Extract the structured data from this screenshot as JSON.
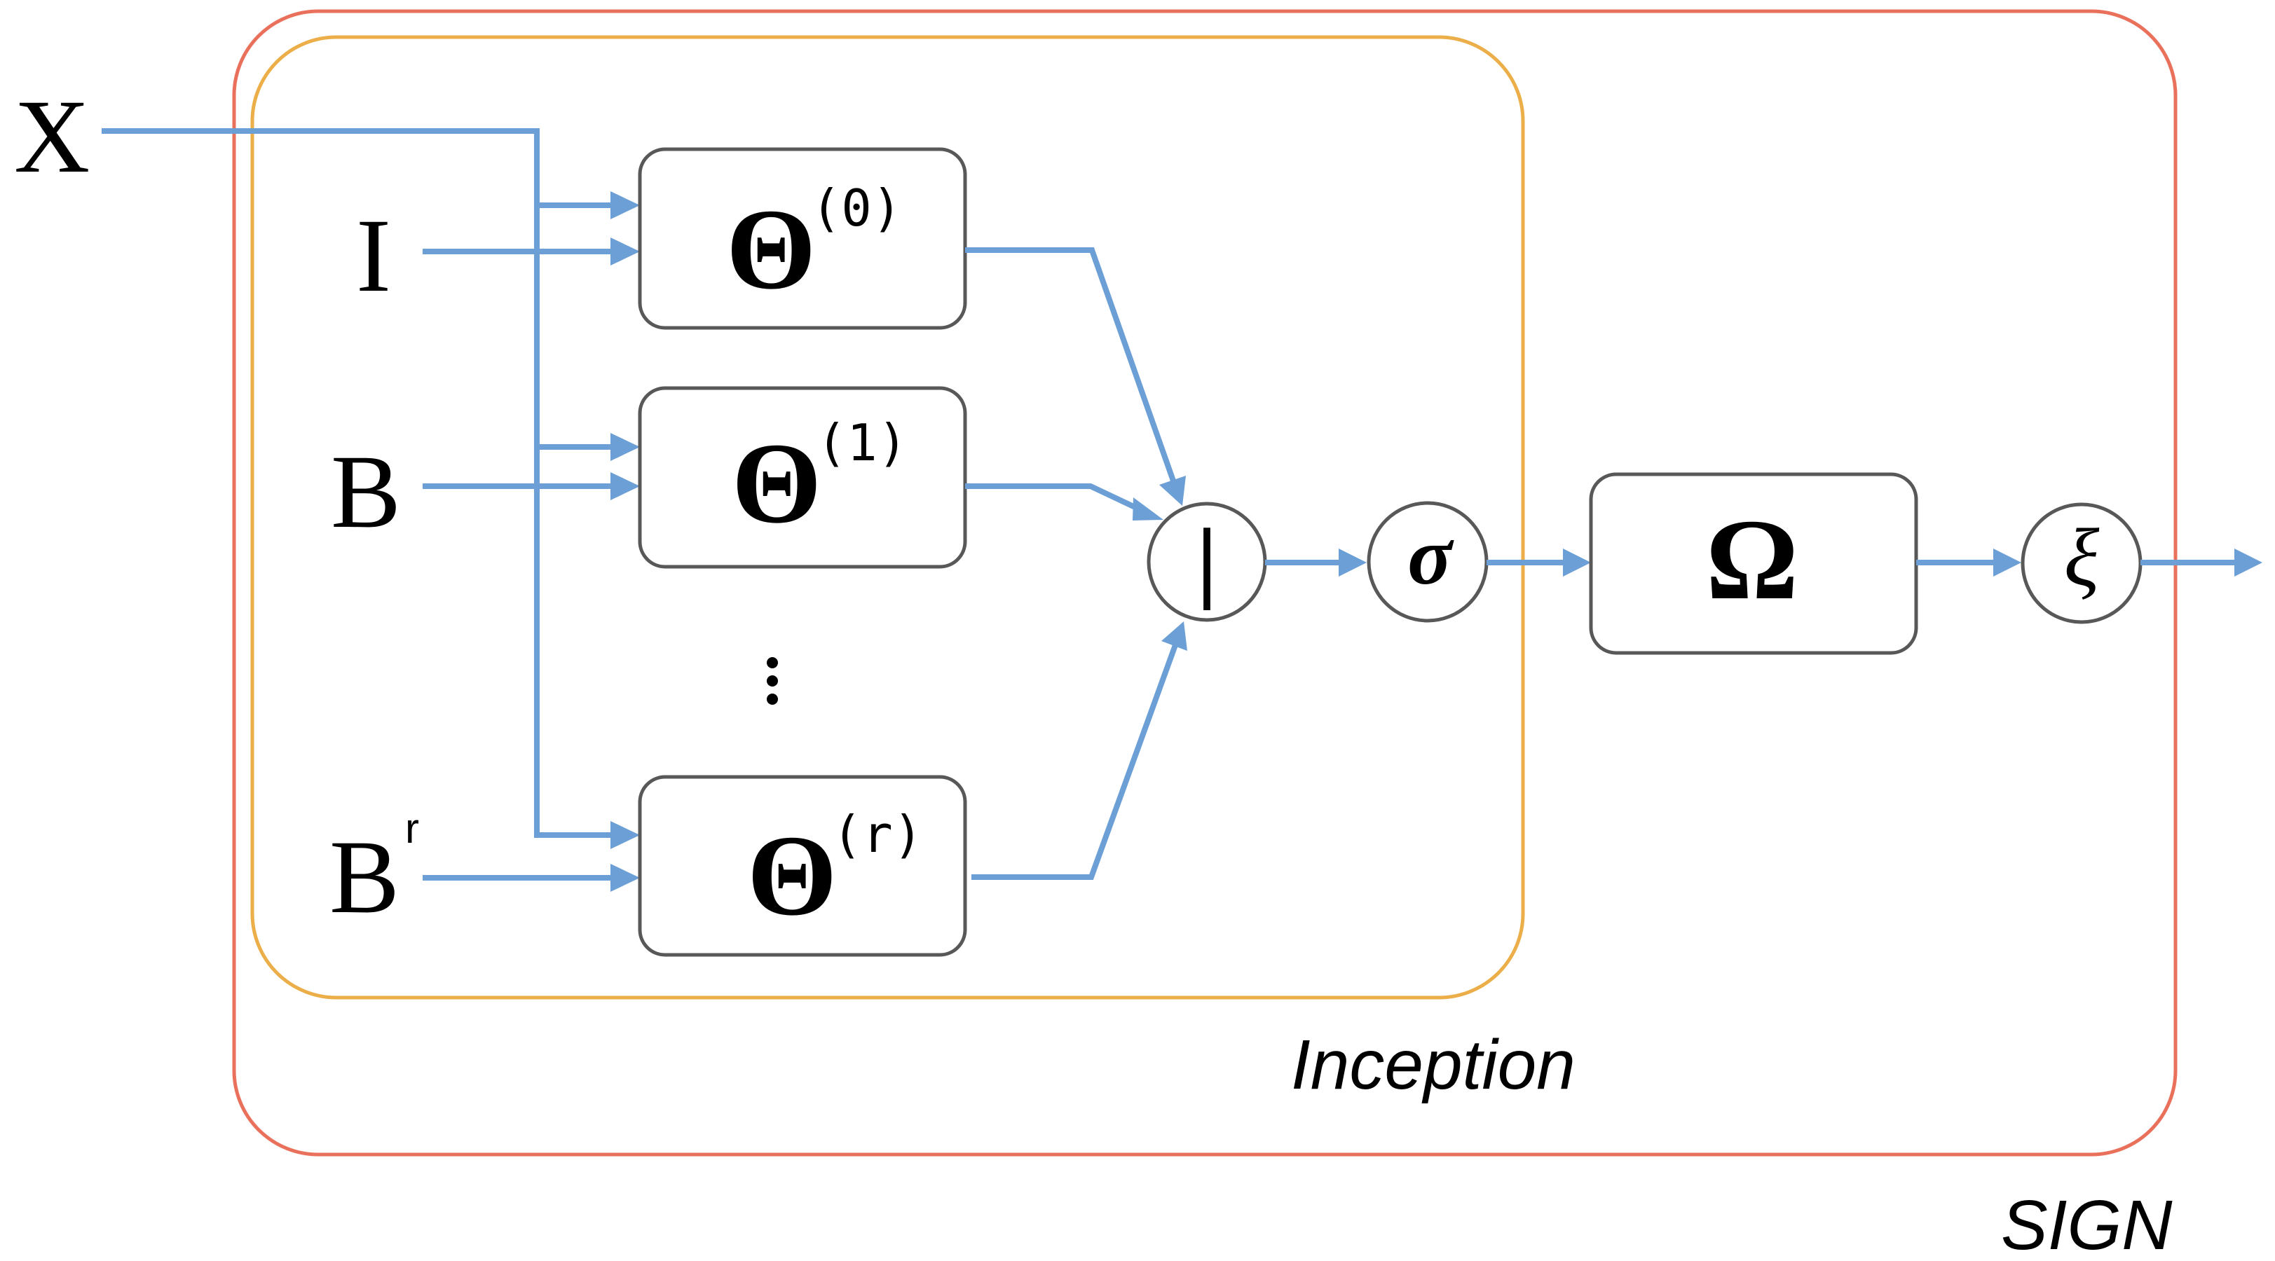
{
  "diagram": {
    "title": "SIGN architecture with Inception module",
    "colors": {
      "edge": "#6C9FD5",
      "sign_container": "#E9705A",
      "inception_container": "#EBAE48",
      "node_border": "#585858"
    },
    "containers": {
      "sign": {
        "label": "SIGN"
      },
      "inception": {
        "label": "Inception"
      }
    },
    "inputs": {
      "features": {
        "label": "X"
      },
      "identity": {
        "label": "I"
      },
      "operator": {
        "label": "B"
      },
      "operator_power": {
        "label": "B",
        "superscript": "r"
      }
    },
    "theta_blocks": [
      {
        "symbol": "Θ",
        "superscript": "(0)",
        "input": "I"
      },
      {
        "symbol": "Θ",
        "superscript": "(1)",
        "input": "B"
      },
      {
        "symbol": "Θ",
        "superscript": "(r)",
        "input": "B^r"
      }
    ],
    "ellipsis": "⋮",
    "operations": {
      "concat": {
        "symbol": "|",
        "meaning": "concatenation"
      },
      "activation": {
        "symbol": "σ"
      },
      "omega": {
        "symbol": "Ω"
      },
      "output_activation": {
        "symbol": "ξ"
      }
    }
  }
}
